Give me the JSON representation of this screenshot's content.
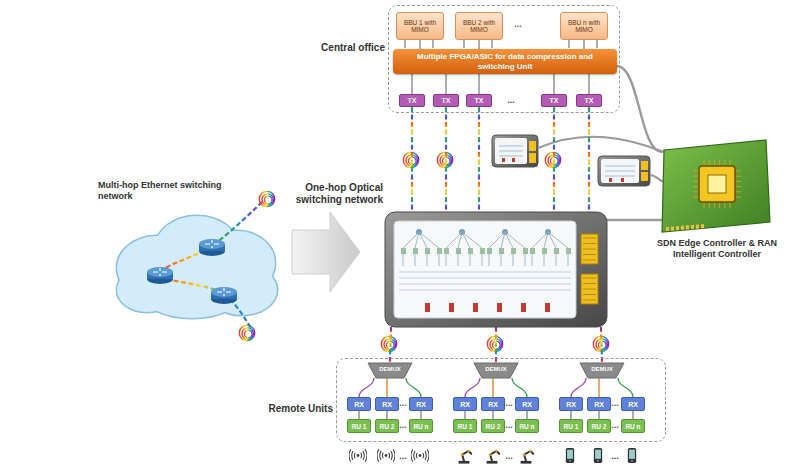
{
  "diagram": {
    "nodes": [
      {
        "text": [
          "Central office"
        ]
      },
      {
        "text": [
          "BBU 1 with MIMO"
        ],
        "in": 0
      },
      {
        "text": [
          "BBU 2 with MIMO"
        ],
        "in": 0
      },
      {
        "text": [
          "BBU n with MIMO"
        ],
        "in": 0
      },
      {
        "text": [
          "Multiple FPGA/ASIC for data compression and switching Unit"
        ],
        "in": 0
      },
      {
        "text": [
          "TX"
        ],
        "in": 0
      },
      {
        "text": [
          "TX"
        ],
        "in": 0
      },
      {
        "text": [
          "TX"
        ],
        "in": 0
      },
      {
        "text": [
          "TX"
        ],
        "in": 0
      },
      {
        "text": [
          "TX"
        ],
        "in": 0
      },
      {
        "text": [
          "Multi-hop Ethernet switching network"
        ]
      },
      {
        "text": [
          "One-hop Optical switching network"
        ]
      },
      {
        "text": [
          "SDN Edge Controller & RAN Intelligent Controller"
        ]
      },
      {
        "text": [
          "Remote Units"
        ]
      },
      {
        "text": [
          "DEMUX"
        ],
        "in": 13
      },
      {
        "text": [
          "DEMUX"
        ],
        "in": 13
      },
      {
        "text": [
          "DEMUX"
        ],
        "in": 13
      },
      {
        "text": [
          "RX"
        ],
        "in": 13
      },
      {
        "text": [
          "RX"
        ],
        "in": 13
      },
      {
        "text": [
          "RX"
        ],
        "in": 13
      },
      {
        "text": [
          "RX"
        ],
        "in": 13
      },
      {
        "text": [
          "RX"
        ],
        "in": 13
      },
      {
        "text": [
          "RX"
        ],
        "in": 13
      },
      {
        "text": [
          "RX"
        ],
        "in": 13
      },
      {
        "text": [
          "RX"
        ],
        "in": 13
      },
      {
        "text": [
          "RX"
        ],
        "in": 13
      },
      {
        "text": [
          "RU 1"
        ],
        "in": 13
      },
      {
        "text": [
          "RU 2"
        ],
        "in": 13
      },
      {
        "text": [
          "RU n"
        ],
        "in": 13
      },
      {
        "text": [
          "RU 1"
        ],
        "in": 13
      },
      {
        "text": [
          "RU 2"
        ],
        "in": 13
      },
      {
        "text": [
          "RU n"
        ],
        "in": 13
      },
      {
        "text": [
          "RU 1"
        ],
        "in": 13
      },
      {
        "text": [
          "RU 2"
        ],
        "in": 13
      },
      {
        "text": [
          "RU n"
        ],
        "in": 13
      }
    ],
    "edges": [
      {
        "from": 1,
        "to": 4,
        "arrow": "none"
      },
      {
        "from": 2,
        "to": 4,
        "arrow": "none"
      },
      {
        "from": 3,
        "to": 4,
        "arrow": "none"
      },
      {
        "from": 4,
        "to": 5,
        "arrow": "none"
      },
      {
        "from": 4,
        "to": 6,
        "arrow": "none"
      },
      {
        "from": 4,
        "to": 7,
        "arrow": "none"
      },
      {
        "from": 4,
        "to": 8,
        "arrow": "none"
      },
      {
        "from": 4,
        "to": 9,
        "arrow": "none"
      },
      {
        "from": 5,
        "to": 11,
        "arrow": "none"
      },
      {
        "from": 6,
        "to": 11,
        "arrow": "none"
      },
      {
        "from": 7,
        "to": 11,
        "arrow": "none"
      },
      {
        "from": 8,
        "to": 11,
        "arrow": "none"
      },
      {
        "from": 9,
        "to": 11,
        "arrow": "none"
      },
      {
        "from": 4,
        "to": 12,
        "arrow": "none"
      },
      {
        "from": 11,
        "to": 12,
        "arrow": "none"
      },
      {
        "from": 11,
        "to": 14,
        "arrow": "none"
      },
      {
        "from": 11,
        "to": 15,
        "arrow": "none"
      },
      {
        "from": 11,
        "to": 16,
        "arrow": "none"
      },
      {
        "from": 14,
        "to": 17,
        "arrow": "none"
      },
      {
        "from": 14,
        "to": 18,
        "arrow": "none"
      },
      {
        "from": 14,
        "to": 19,
        "arrow": "none"
      },
      {
        "from": 15,
        "to": 20,
        "arrow": "none"
      },
      {
        "from": 15,
        "to": 21,
        "arrow": "none"
      },
      {
        "from": 15,
        "to": 22,
        "arrow": "none"
      },
      {
        "from": 16,
        "to": 23,
        "arrow": "none"
      },
      {
        "from": 16,
        "to": 24,
        "arrow": "none"
      },
      {
        "from": 16,
        "to": 25,
        "arrow": "none"
      },
      {
        "from": 17,
        "to": 26,
        "arrow": "none"
      },
      {
        "from": 18,
        "to": 27,
        "arrow": "none"
      },
      {
        "from": 19,
        "to": 28,
        "arrow": "none"
      },
      {
        "from": 20,
        "to": 29,
        "arrow": "none"
      },
      {
        "from": 21,
        "to": 30,
        "arrow": "none"
      },
      {
        "from": 22,
        "to": 31,
        "arrow": "none"
      },
      {
        "from": 23,
        "to": 32,
        "arrow": "none"
      },
      {
        "from": 24,
        "to": 33,
        "arrow": "none"
      },
      {
        "from": 25,
        "to": 34,
        "arrow": "none"
      }
    ],
    "labels": [
      "...",
      "...",
      "...",
      "...",
      "...",
      "...",
      "...",
      "...",
      "...",
      "...",
      "..."
    ]
  }
}
